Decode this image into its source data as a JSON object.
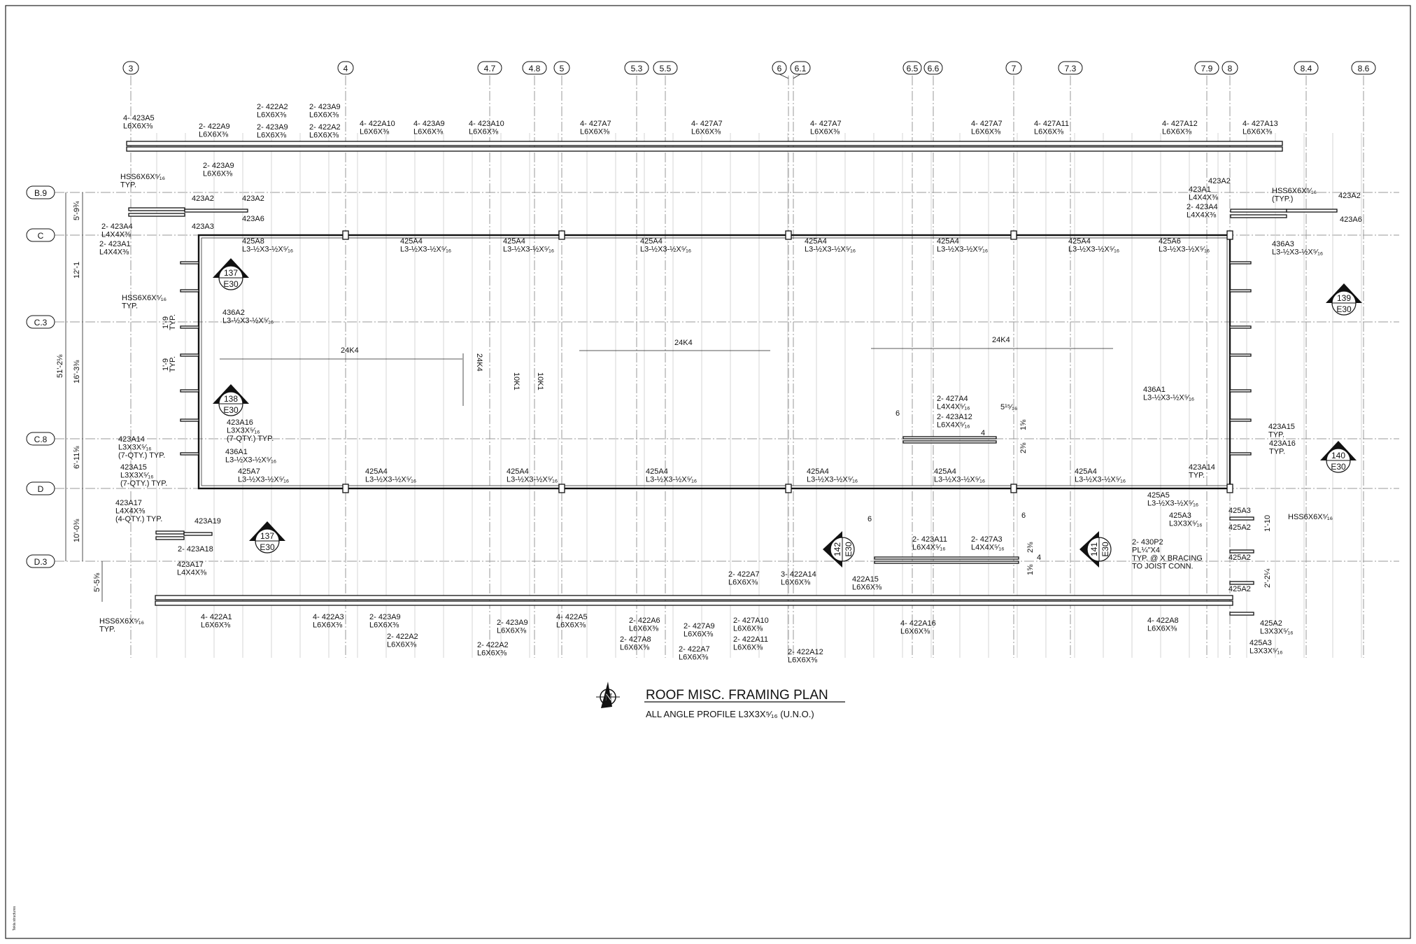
{
  "drawing": {
    "title": "ROOF MISC. FRAMING PLAN",
    "subtitle": "ALL ANGLE PROFILE L3X3X⁵⁄₁₆ (U.N.O.)",
    "north_arrow_letter": "N",
    "side_note": "Tekla structures"
  },
  "grid_columns": [
    "3",
    "4",
    "4.7",
    "4.8",
    "5",
    "5.3",
    "5.5",
    "6",
    "6.1",
    "6.5",
    "6.6",
    "7",
    "7.3",
    "7.9",
    "8",
    "8.4",
    "8.6"
  ],
  "grid_rows": [
    "B.9",
    "C",
    "C.3",
    "C.8",
    "D",
    "D.3"
  ],
  "dimensions": [
    "5'-9¾",
    "12'-1",
    "51'-2⅛",
    "16'-3⅜",
    "6'-11⅝",
    "10'-0⅜",
    "5'-5⅝",
    "1'-9",
    "TYP.",
    "1'-9",
    "TYP.",
    "1'-10",
    "2'-2¼",
    "6",
    "4",
    "5¹⁵⁄₁₆",
    "1⅝",
    "2⅜",
    "6",
    "6",
    "2⅜",
    "4",
    "1⅝"
  ],
  "joists": [
    "24K4",
    "24K4",
    "24K4",
    "24K4",
    "10K1",
    "10K1"
  ],
  "sections": [
    {
      "num": "137",
      "sheet": "E30"
    },
    {
      "num": "138",
      "sheet": "E30"
    },
    {
      "num": "137",
      "sheet": "E30"
    },
    {
      "num": "139",
      "sheet": "E30"
    },
    {
      "num": "140",
      "sheet": "E30"
    },
    {
      "num": "142",
      "sheet": "E30"
    },
    {
      "num": "141",
      "sheet": "E30"
    }
  ],
  "labels": [
    [
      "4- 423A5",
      "L6X6X⅜"
    ],
    [
      "2- 422A9",
      "L6X6X⅜"
    ],
    [
      "2- 422A2",
      "L6X6X⅜"
    ],
    [
      "2- 423A9",
      "L6X6X⅜"
    ],
    [
      "2- 423A9",
      "L6X6X⅜"
    ],
    [
      "2- 422A2",
      "L6X6X⅜"
    ],
    [
      "4- 422A10",
      "L6X6X⅜"
    ],
    [
      "4- 423A9",
      "L6X6X⅜"
    ],
    [
      "4- 423A10",
      "L6X6X⅜"
    ],
    [
      "4- 427A7",
      "L6X6X⅜"
    ],
    [
      "4- 427A7",
      "L6X6X⅜"
    ],
    [
      "4- 427A7",
      "L6X6X⅜"
    ],
    [
      "4- 427A7",
      "L6X6X⅜"
    ],
    [
      "4- 427A11",
      "L6X6X⅜"
    ],
    [
      "4- 427A12",
      "L6X6X⅜"
    ],
    [
      "4- 427A13",
      "L6X6X⅜"
    ],
    [
      "2- 423A9",
      "L6X6X⅜"
    ],
    [
      "HSS6X6X⁵⁄₁₆",
      "TYP."
    ],
    [
      "423A2"
    ],
    [
      "423A2"
    ],
    [
      "423A6"
    ],
    [
      "423A3"
    ],
    [
      "2- 423A4",
      "L4X4X⅜"
    ],
    [
      "2- 423A1",
      "L4X4X⅜"
    ],
    [
      "425A8",
      "L3-½X3-½X⁵⁄₁₆"
    ],
    [
      "HSS6X6X⁵⁄₁₆",
      "TYP."
    ],
    [
      "436A2",
      "L3-½X3-½X⁵⁄₁₆"
    ],
    [
      "423A16",
      "L3X3X⁵⁄₁₆",
      "(7-QTY.) TYP."
    ],
    [
      "423A14",
      "L3X3X⁵⁄₁₆",
      "(7-QTY.) TYP."
    ],
    [
      "436A1",
      "L3-½X3-½X⁵⁄₁₆"
    ],
    [
      "423A15",
      "L3X3X⁵⁄₁₆",
      "(7-QTY.) TYP."
    ],
    [
      "425A7",
      "L3-½X3-½X⁵⁄₁₆"
    ],
    [
      "423A17",
      "L4X4X⅜",
      "(4-QTY.) TYP."
    ],
    [
      "423A19"
    ],
    [
      "2- 423A18"
    ],
    [
      "423A17",
      "L4X4X⅜"
    ],
    [
      "425A4",
      "L3-½X3-½X⁵⁄₁₆"
    ],
    [
      "425A4",
      "L3-½X3-½X⁵⁄₁₆"
    ],
    [
      "425A4",
      "L3-½X3-½X⁵⁄₁₆"
    ],
    [
      "425A4",
      "L3-½X3-½X⁵⁄₁₆"
    ],
    [
      "425A4",
      "L3-½X3-½X⁵⁄₁₆"
    ],
    [
      "425A4",
      "L3-½X3-½X⁵⁄₁₆"
    ],
    [
      "425A6",
      "L3-½X3-½X⁵⁄₁₆"
    ],
    [
      "425A4",
      "L3-½X3-½X⁵⁄₁₆"
    ],
    [
      "425A4",
      "L3-½X3-½X⁵⁄₁₆"
    ],
    [
      "425A4",
      "L3-½X3-½X⁵⁄₁₆"
    ],
    [
      "425A4",
      "L3-½X3-½X⁵⁄₁₆"
    ],
    [
      "425A4",
      "L3-½X3-½X⁵⁄₁₆"
    ],
    [
      "425A4",
      "L3-½X3-½X⁵⁄₁₆"
    ],
    [
      "436A3",
      "L3-½X3-½X⁵⁄₁₆"
    ],
    [
      "436A1",
      "L3-½X3-½X⁵⁄₁₆"
    ],
    [
      "423A15",
      "TYP."
    ],
    [
      "423A16",
      "TYP."
    ],
    [
      "423A14",
      "TYP."
    ],
    [
      "423A2"
    ],
    [
      "423A1",
      "L4X4X⅜"
    ],
    [
      "2- 423A4",
      "L4X4X⅜"
    ],
    [
      "HSS6X6X⁵⁄₁₆",
      "(TYP.)"
    ],
    [
      "423A2"
    ],
    [
      "423A6"
    ],
    [
      "2- 427A4",
      "L4X4X⁵⁄₁₆"
    ],
    [
      "2- 423A12",
      "L6X4X⁵⁄₁₆"
    ],
    [
      "2- 423A11",
      "L6X4X⁵⁄₁₆"
    ],
    [
      "2- 427A3",
      "L4X4X⁵⁄₁₆"
    ],
    [
      "2- 430P2",
      "PL¼\"X4",
      "TYP. @ X BRACING",
      "TO JOIST CONN."
    ],
    [
      "425A5",
      "L3-½X3-½X⁵⁄₁₆"
    ],
    [
      "425A3",
      "L3X3X⁵⁄₁₆"
    ],
    [
      "425A3"
    ],
    [
      "425A2"
    ],
    [
      "HSS6X6X⁵⁄₁₆"
    ],
    [
      "425A2"
    ],
    [
      "425A2"
    ],
    [
      "2- 422A7",
      "L6X6X⅜"
    ],
    [
      "3- 422A14",
      "L6X6X⅜"
    ],
    [
      "422A15",
      "L6X6X⅜"
    ],
    [
      "HSS6X6X⁵⁄₁₆",
      "TYP."
    ],
    [
      "4- 422A1",
      "L6X6X⅜"
    ],
    [
      "4- 422A3",
      "L6X6X⅜"
    ],
    [
      "2- 423A9",
      "L6X6X⅜"
    ],
    [
      "2- 422A2",
      "L6X6X⅜"
    ],
    [
      "2- 422A2",
      "L6X6X⅜"
    ],
    [
      "2- 423A9",
      "L6X6X⅜"
    ],
    [
      "4- 422A5",
      "L6X6X⅜"
    ],
    [
      "2- 422A6",
      "L6X6X⅜"
    ],
    [
      "2- 427A8",
      "L6X6X⅜"
    ],
    [
      "2- 427A9",
      "L6X6X⅜"
    ],
    [
      "2- 422A7",
      "L6X6X⅜"
    ],
    [
      "2- 427A10",
      "L6X6X⅜"
    ],
    [
      "2- 422A11",
      "L6X6X⅜"
    ],
    [
      "2- 422A12",
      "L6X6X⅜"
    ],
    [
      "4- 422A16",
      "L6X6X⅜"
    ],
    [
      "4- 422A8",
      "L6X6X⅜"
    ],
    [
      "425A2",
      "L3X3X⁵⁄₁₆"
    ],
    [
      "425A3",
      "L3X3X⁵⁄₁₆"
    ]
  ]
}
